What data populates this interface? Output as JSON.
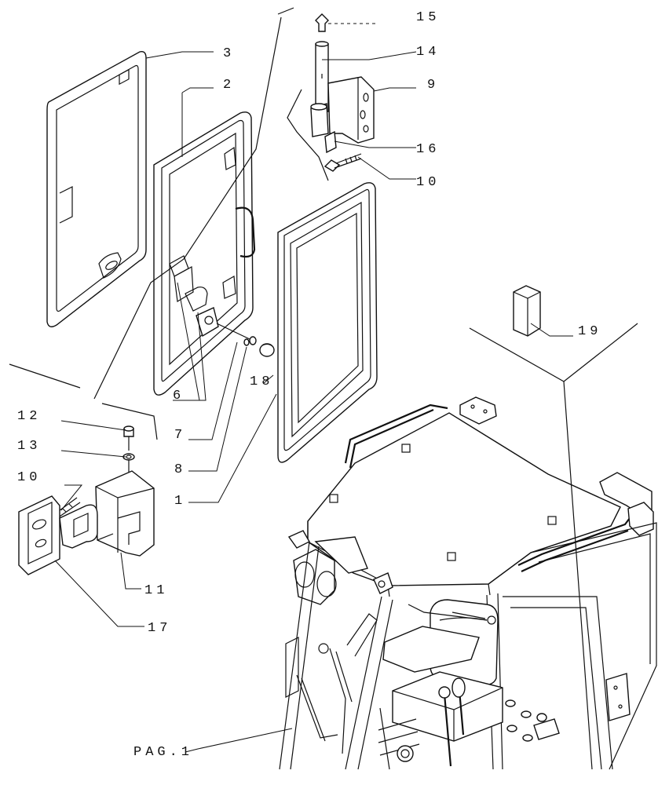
{
  "diagram": {
    "style": "exploded parts drawing, black line art on white",
    "colors": {
      "line": "#111111",
      "background": "#ffffff"
    },
    "callouts": {
      "c15": "15",
      "c14": "14",
      "c9": "9",
      "c16": "16",
      "c10a": "10",
      "c3": "3",
      "c2": "2",
      "c19": "19",
      "c18": "18",
      "c6": "6",
      "c7": "7",
      "c8": "8",
      "c1": "1",
      "c12": "12",
      "c13": "13",
      "c10b": "10",
      "c11": "11",
      "c17": "17",
      "pag": "PAG.1"
    }
  }
}
